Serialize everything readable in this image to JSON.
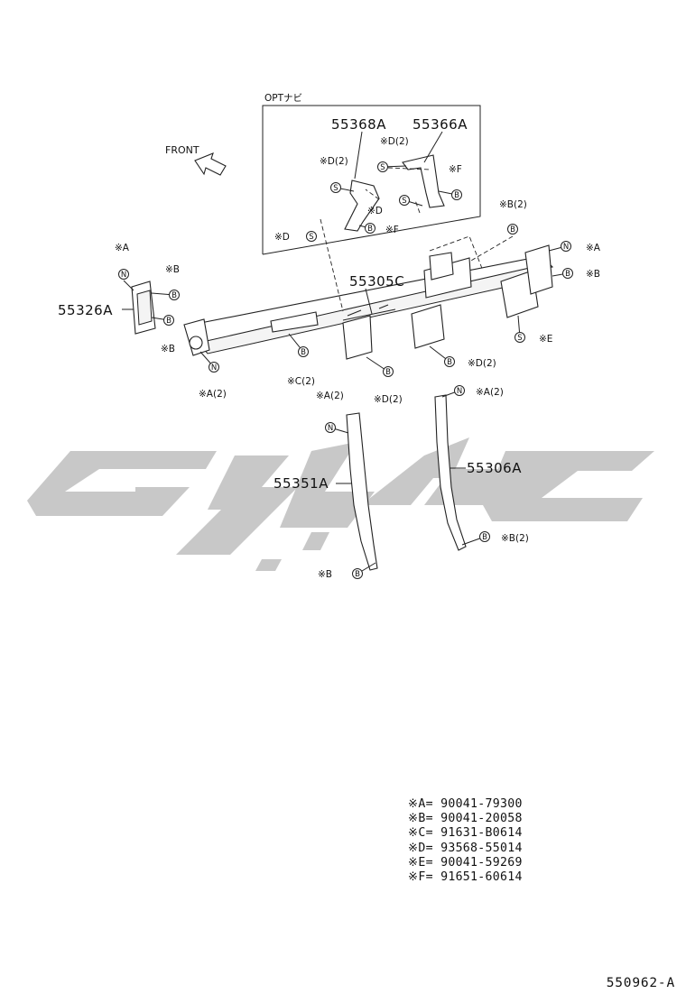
{
  "opt_box_label": "OPTナビ",
  "front_label": "FRONT",
  "figure_code": "550962-A",
  "parts": {
    "p55368A": "55368A",
    "p55366A": "55366A",
    "p55305C": "55305C",
    "p55326A": "55326A",
    "p55351A": "55351A",
    "p55306A": "55306A"
  },
  "callout_labels": {
    "d2_a": "※D(2)",
    "d2_b": "※D(2)",
    "f_a": "※F",
    "d_a": "※D",
    "f_b": "※F",
    "d_b": "※D",
    "b2_top": "※B(2)",
    "a_right": "※A",
    "b_right": "※B",
    "a_left": "※A",
    "b_left1": "※B",
    "b_left2": "※B",
    "e_right": "※E",
    "a2_left": "※A(2)",
    "c2": "※C(2)",
    "d2_c": "※D(2)",
    "d2_d": "※D(2)",
    "a2_mid": "※A(2)",
    "a2_right": "※A(2)",
    "b2_bottom": "※B(2)",
    "b_bottom": "※B"
  },
  "callout_symbols": {
    "S": "S",
    "B": "B",
    "N": "N"
  },
  "legend": [
    {
      "key": "※A=",
      "value": "90041-79300"
    },
    {
      "key": "※B=",
      "value": "90041-20058"
    },
    {
      "key": "※C=",
      "value": "91631-B0614"
    },
    {
      "key": "※D=",
      "value": "93568-55014"
    },
    {
      "key": "※E=",
      "value": "90041-59269"
    },
    {
      "key": "※F=",
      "value": "91651-60614"
    }
  ]
}
